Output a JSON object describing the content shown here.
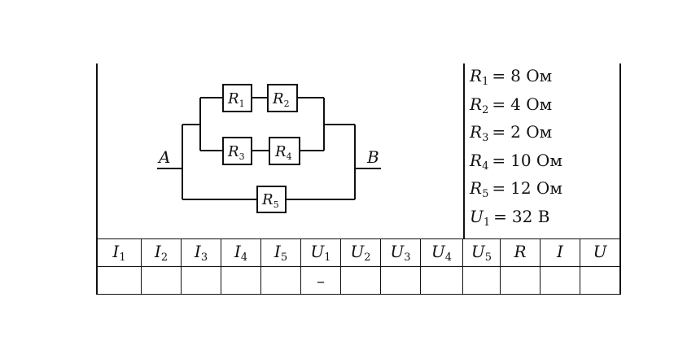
{
  "circuit": {
    "node_a": "A",
    "node_b": "B",
    "resistors": [
      {
        "sym": "R",
        "sub": "1"
      },
      {
        "sym": "R",
        "sub": "2"
      },
      {
        "sym": "R",
        "sub": "3"
      },
      {
        "sym": "R",
        "sub": "4"
      },
      {
        "sym": "R",
        "sub": "5"
      }
    ]
  },
  "given": [
    {
      "sym": "R",
      "sub": "1",
      "eq": "=",
      "value": "8 Ом"
    },
    {
      "sym": "R",
      "sub": "2",
      "eq": "=",
      "value": "4 Ом"
    },
    {
      "sym": "R",
      "sub": "3",
      "eq": "=",
      "value": "2 Ом"
    },
    {
      "sym": "R",
      "sub": "4",
      "eq": "=",
      "value": "10 Ом"
    },
    {
      "sym": "R",
      "sub": "5",
      "eq": "=",
      "value": "12 Ом"
    },
    {
      "sym": "U",
      "sub": "1",
      "eq": "=",
      "value": "32 В"
    }
  ],
  "table": {
    "headers": [
      {
        "sym": "I",
        "sub": "1"
      },
      {
        "sym": "I",
        "sub": "2"
      },
      {
        "sym": "I",
        "sub": "3"
      },
      {
        "sym": "I",
        "sub": "4"
      },
      {
        "sym": "I",
        "sub": "5"
      },
      {
        "sym": "U",
        "sub": "1"
      },
      {
        "sym": "U",
        "sub": "2"
      },
      {
        "sym": "U",
        "sub": "3"
      },
      {
        "sym": "U",
        "sub": "4"
      },
      {
        "sym": "U",
        "sub": "5"
      },
      {
        "sym": "R",
        "sub": ""
      },
      {
        "sym": "I",
        "sub": ""
      },
      {
        "sym": "U",
        "sub": ""
      }
    ],
    "values": [
      "",
      "",
      "",
      "",
      "",
      "–",
      "",
      "",
      "",
      "",
      "",
      "",
      ""
    ]
  }
}
